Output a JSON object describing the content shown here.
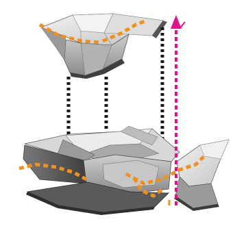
{
  "figure": {
    "kind": "exploded-axonometric-paper-model",
    "colors": {
      "background": "#ffffff",
      "paper_light": "#e9e9e9",
      "paper_mid": "#b9b9b9",
      "paper_dark": "#6f6f6f",
      "paper_shadow": "#3c3c3c",
      "orange_annotation": "#f2901e",
      "magenta_arrow": "#e0148a",
      "connector_black": "#1a1a1a"
    },
    "elements": [
      {
        "id": "upper-roof-piece",
        "icon": "folded-paper-roof"
      },
      {
        "id": "lower-base-model",
        "icon": "folded-paper-base"
      },
      {
        "id": "right-side-fragment",
        "icon": "folded-paper-fragment"
      },
      {
        "id": "vertical-connector-lines",
        "style": "black dotted"
      },
      {
        "id": "orange-edge-markings",
        "style": "orange dashed"
      },
      {
        "id": "magenta-vertical-arrow",
        "style": "magenta dashed, arrowhead up"
      }
    ]
  }
}
